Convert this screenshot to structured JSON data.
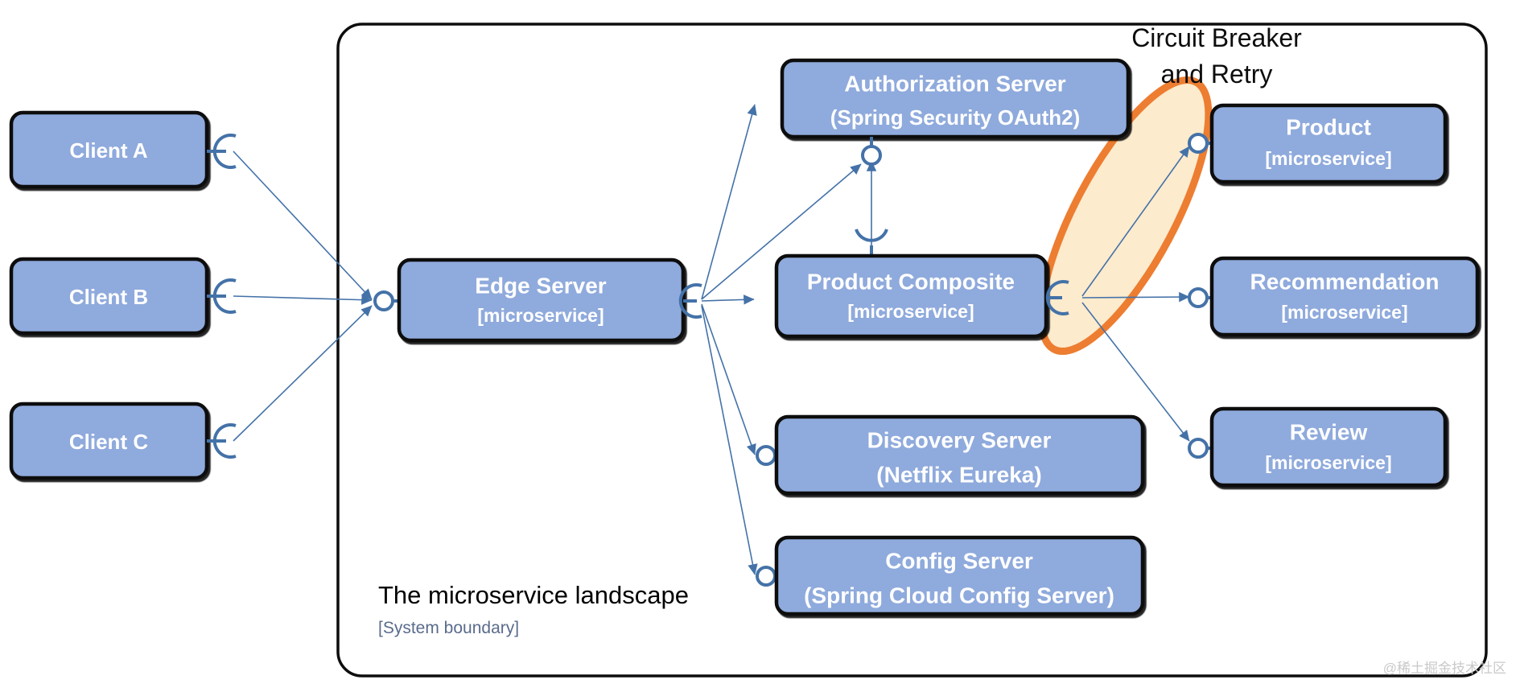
{
  "diagram": {
    "title": "The microservice landscape",
    "subtitle": "[System boundary]",
    "watermark": "@稀土掘金技术社区",
    "colors": {
      "node_fill": "#8FAADC",
      "node_stroke": "#0D0D0D",
      "connector": "#4472A8",
      "circuit_breaker_stroke": "#ED7D31",
      "circuit_breaker_fill": "#FDEBCD",
      "boundary_stroke": "#0D0D0D",
      "text_on_node": "#FFFFFF",
      "subtitle_text": "#5A6B8C"
    },
    "annotations": [
      {
        "id": "circuit-breaker",
        "line1": "Circuit Breaker",
        "line2": "and Retry"
      }
    ],
    "clients": [
      {
        "id": "client-a",
        "label": "Client A"
      },
      {
        "id": "client-b",
        "label": "Client B"
      },
      {
        "id": "client-c",
        "label": "Client C"
      }
    ],
    "nodes": [
      {
        "id": "edge-server",
        "title": "Edge Server",
        "sub": "[microservice]"
      },
      {
        "id": "authorization-server",
        "title": "Authorization Server",
        "sub": "(Spring Security OAuth2)"
      },
      {
        "id": "product-composite",
        "title": "Product Composite",
        "sub": "[microservice]"
      },
      {
        "id": "discovery-server",
        "title": "Discovery Server",
        "sub": "(Netflix Eureka)"
      },
      {
        "id": "config-server",
        "title": "Config Server",
        "sub": "(Spring Cloud Config Server)"
      },
      {
        "id": "product",
        "title": "Product",
        "sub": "[microservice]"
      },
      {
        "id": "recommendation",
        "title": "Recommendation",
        "sub": "[microservice]"
      },
      {
        "id": "review",
        "title": "Review",
        "sub": "[microservice]"
      }
    ]
  }
}
